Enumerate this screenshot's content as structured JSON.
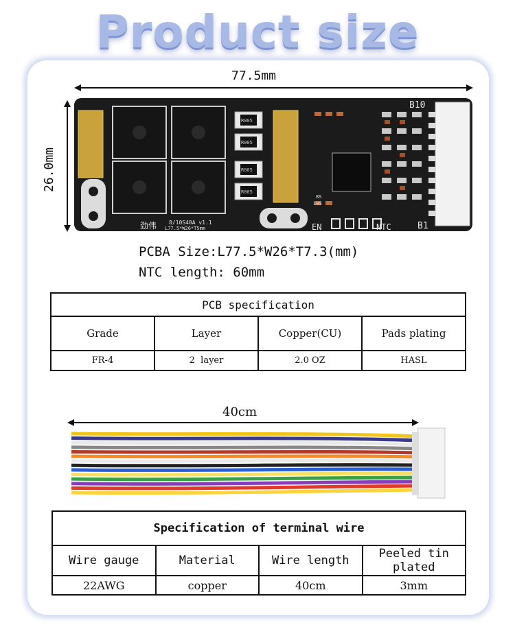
{
  "title": "Product size",
  "pcb": {
    "width_label": "77.5mm",
    "height_label": "26.0mm",
    "silk": {
      "b10": "B10",
      "b1": "B1",
      "en": "EN",
      "ntc": "NTC",
      "model": "8/10S40A v1.1",
      "size": "L77.5*W26*T5mm",
      "brand": "劲伟",
      "options": [
        "8S",
        "10S"
      ],
      "resistor": "R005"
    }
  },
  "info": {
    "size_line": "PCBA Size:L77.5*W26*T7.3(mm)",
    "ntc_line": "NTC length: 60mm"
  },
  "pcb_spec": {
    "title": "PCB specification",
    "headers": [
      "Grade",
      "Layer",
      "Copper(CU)",
      "Pads plating"
    ],
    "values": [
      "FR-4",
      "2  layer",
      "2.0 OZ",
      "HASL"
    ]
  },
  "wire": {
    "length_label": "40cm",
    "colors": [
      "#f0c419",
      "#3a3a8c",
      "#ffffff",
      "#888888",
      "#b23a2a",
      "#f28c28",
      "#f5f5f5",
      "#222222",
      "#2a5fd1",
      "#f6e05e",
      "#3aa045",
      "#8a3dbb",
      "#e03a2a",
      "#ffd33a"
    ]
  },
  "wire_spec": {
    "title": "Specification of terminal wire",
    "headers": [
      "Wire gauge",
      "Material",
      "Wire length",
      "Peeled tin plated"
    ],
    "values": [
      "22AWG",
      "copper",
      "40cm",
      "3mm"
    ]
  }
}
